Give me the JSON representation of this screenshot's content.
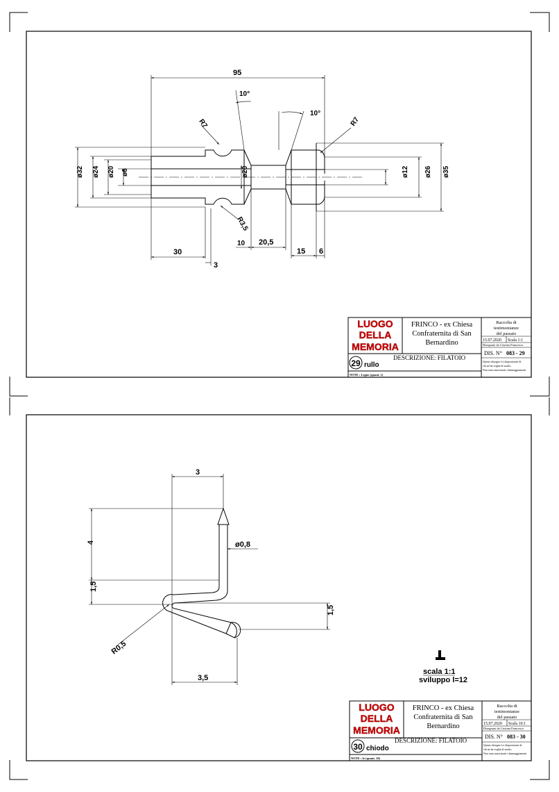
{
  "sheets": [
    {
      "dimensions": {
        "total_length": "95",
        "angle_left": "10°",
        "angle_right": "10°",
        "radius_top_left": "R7",
        "radius_right": "R7",
        "radius_bottom": "R3,5",
        "dia_32": "ø32",
        "dia_24": "ø24",
        "dia_20_outer": "ø20",
        "dia_6": "ø6",
        "dia_20_inner": "ø20",
        "dia_12": "ø12",
        "dia_26": "ø26",
        "dia_35": "ø35",
        "len_30": "30",
        "len_3": "3",
        "len_10": "10",
        "len_20_5": "20,5",
        "len_15": "15",
        "len_6": "6"
      },
      "title_block": {
        "logo_line1": "LUOGO",
        "logo_line2": "DELLA",
        "logo_line3": "MEMORIA",
        "location_line1": "FRINCO - ex Chiesa",
        "location_line2": "Confraternita di San",
        "location_line3": "Bernardino",
        "collection_line1": "Raccolta di",
        "collection_line2": "testimonianze",
        "collection_line3": "del passato",
        "date": "15.07.2020",
        "scale": "Scala 1:1",
        "drawn_by": "Disegnato da Cristina Francesco",
        "dis_label": "DIS. N°",
        "dis_number": "083 - 29",
        "part_number": "29",
        "part_name": "rullo",
        "description": "DESCRIZIONE: FILATOIO",
        "note": "NOTE : Legno  (quant. 1)",
        "footnote_line1": "Questo disegno è a disposizione di",
        "footnote_line2": "chi ne ha voglia di usarlo.",
        "footnote_line3": "Non sono autorizzati i danneggiamenti"
      }
    },
    {
      "dimensions": {
        "width_top": "3",
        "height_4": "4",
        "dia_08": "ø0,8",
        "height_15_left": "1,5",
        "height_15_right": "1,5",
        "radius": "R0,5",
        "width_bottom": "3,5"
      },
      "notes": {
        "scale": "scala 1:1",
        "development": "sviluppo l=12"
      },
      "title_block": {
        "logo_line1": "LUOGO",
        "logo_line2": "DELLA",
        "logo_line3": "MEMORIA",
        "location_line1": "FRINCO - ex Chiesa",
        "location_line2": "Confraternita di San",
        "location_line3": "Bernardino",
        "collection_line1": "Raccolta di",
        "collection_line2": "testimonianze",
        "collection_line3": "del passato",
        "date": "15.07.2020",
        "scale": "Scala 10:1",
        "drawn_by": "Disegnato da Cristina Francesco",
        "dis_label": "DIS. N°",
        "dis_number": "083 - 30",
        "part_number": "30",
        "part_name": "chiodo",
        "description": "DESCRIZIONE: FILATOIO",
        "note": "NOTE : fe  (quant. 10)",
        "footnote_line1": "Questo disegno è a disposizione di",
        "footnote_line2": "chi ne ha voglia di usarlo.",
        "footnote_line3": "Non sono autorizzati i danneggiamenti"
      }
    }
  ]
}
